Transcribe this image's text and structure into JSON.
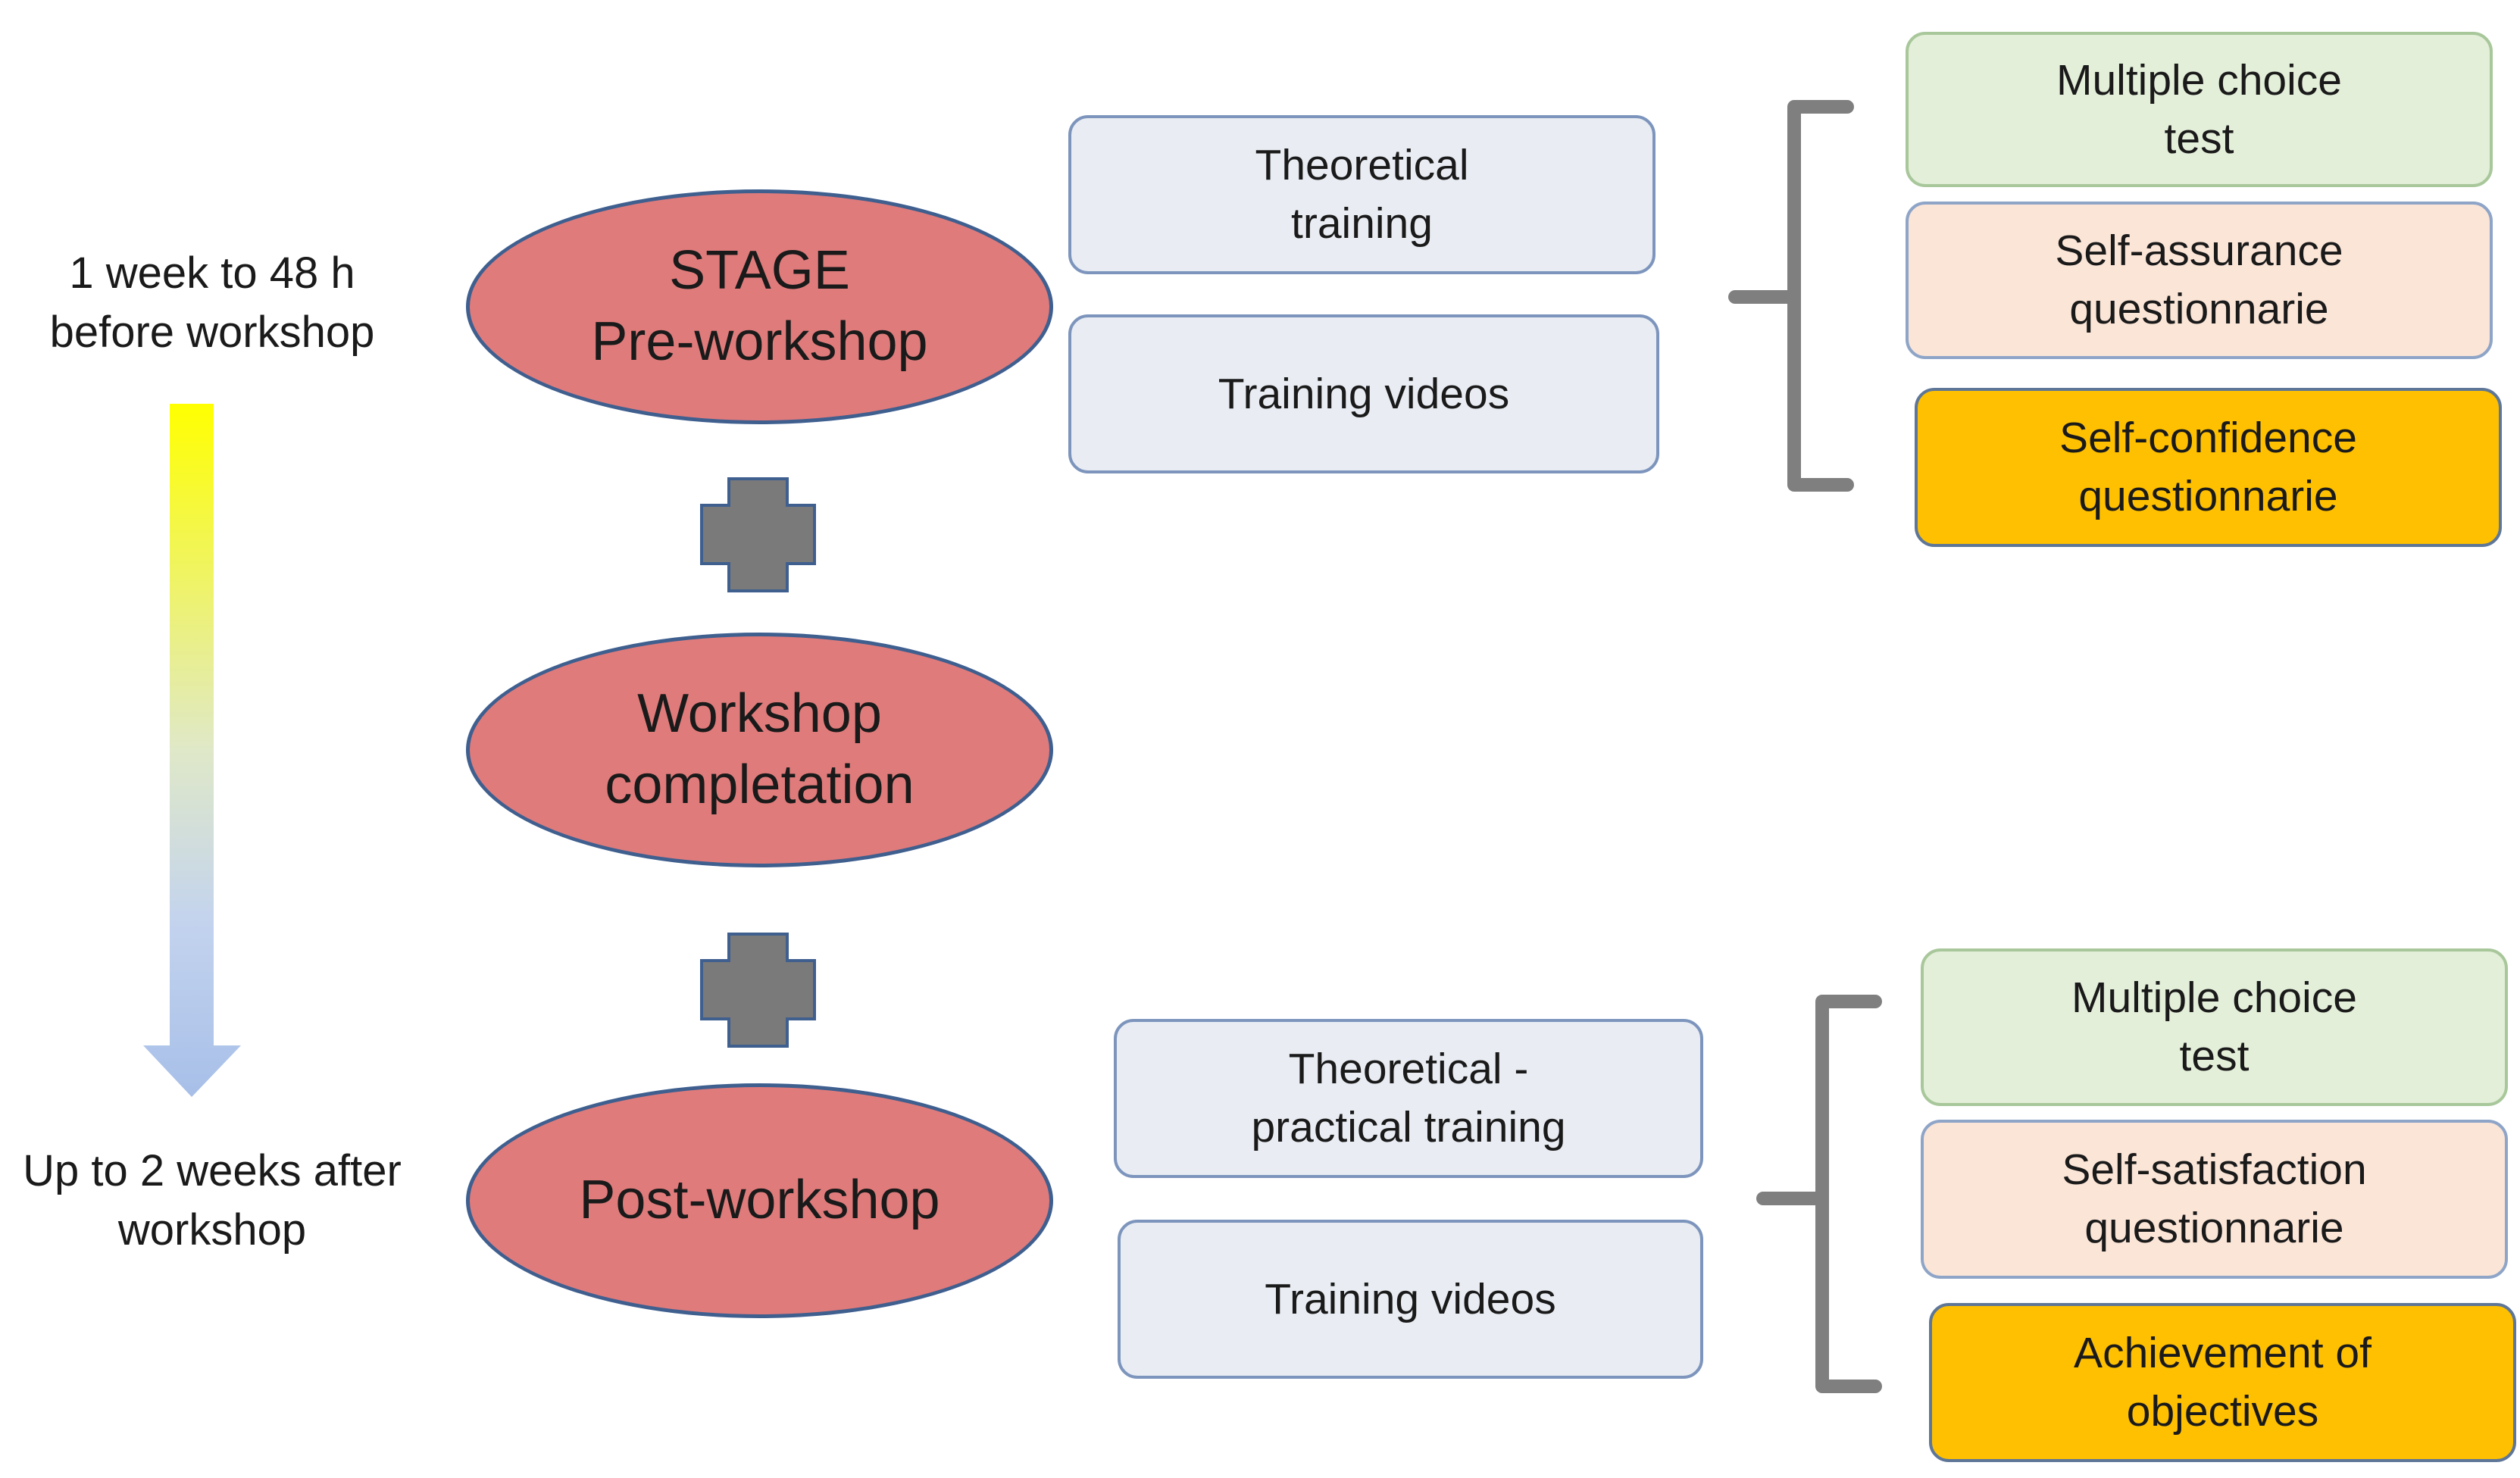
{
  "timeline": {
    "start_label": "1 week to 48 h\nbefore workshop",
    "end_label": "Up to 2 weeks after\nworkshop"
  },
  "stages": {
    "pre": "STAGE\nPre-workshop",
    "workshop": "Workshop\ncompletation",
    "post": "Post-workshop"
  },
  "pre_activities": {
    "theoretical": "Theoretical\ntraining",
    "videos": "Training videos"
  },
  "pre_evaluations": {
    "multiple_choice": "Multiple choice\ntest",
    "self_assurance": "Self-assurance\nquestionnarie",
    "self_confidence": "Self-confidence\nquestionnarie"
  },
  "post_activities": {
    "theoretical_practical": "Theoretical -\npractical training",
    "videos": "Training videos"
  },
  "post_evaluations": {
    "multiple_choice": "Multiple choice\ntest",
    "self_satisfaction": "Self-satisfaction\nquestionnarie",
    "achievement": "Achievement of\nobjectives"
  },
  "colors": {
    "stage_fill": "#e07b7b",
    "stage_border": "#3f5f8f",
    "activity_fill": "#e9edf3",
    "eval_green": "#e3efd9",
    "eval_peach": "#fbe5d7",
    "eval_gold": "#fec000",
    "plus_fill": "#7a7a7a",
    "brace": "#7f7f7f",
    "arrow_top": "#ffff00",
    "arrow_bottom": "#a7bfe8"
  }
}
